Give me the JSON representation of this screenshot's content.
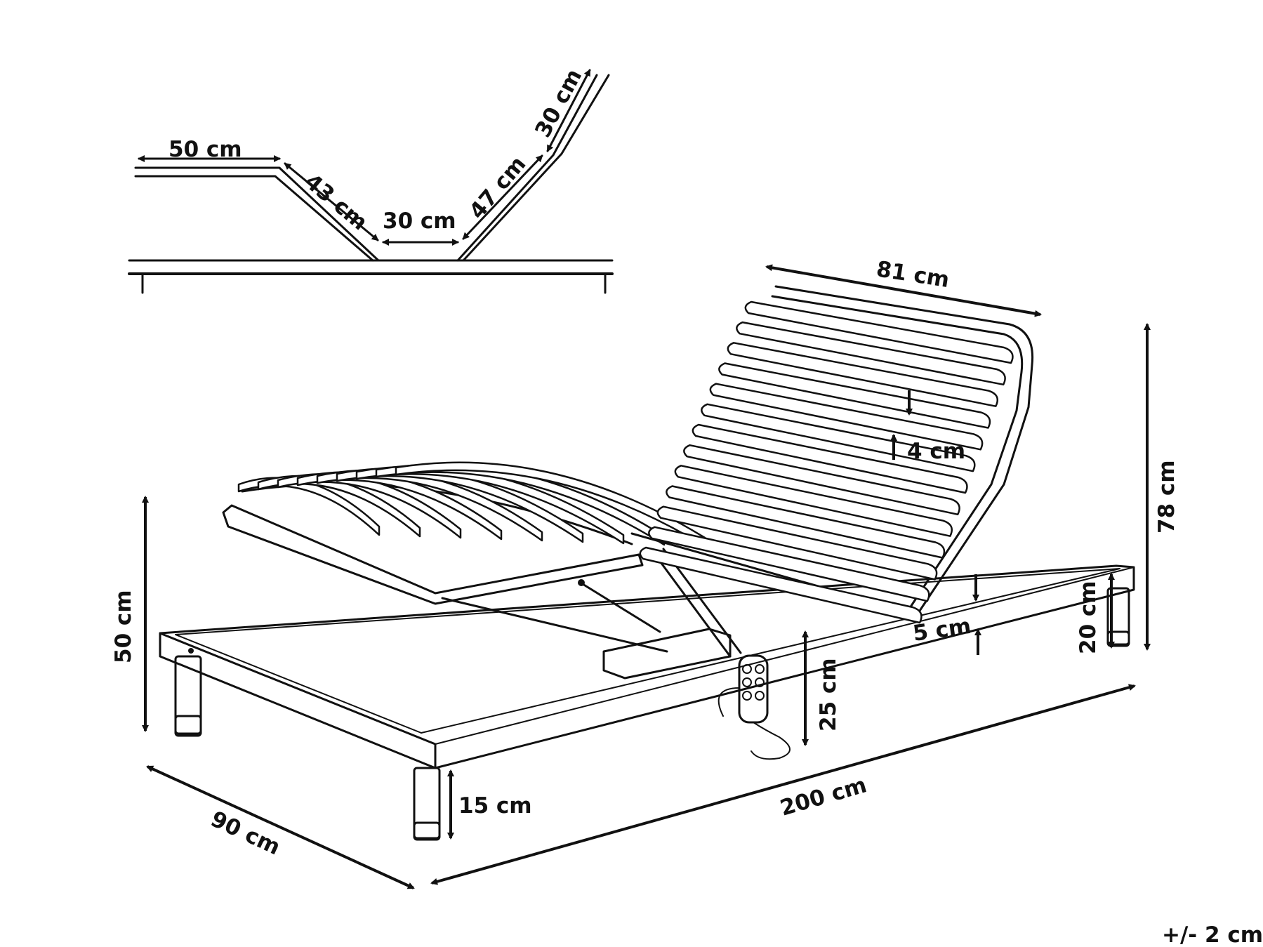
{
  "dimensions": {
    "profile_seat": "50 cm",
    "profile_thigh": "43 cm",
    "profile_middle": "30 cm",
    "profile_back": "47 cm",
    "profile_head": "30 cm",
    "backrest_width": "81 cm",
    "slat_gap": "4 cm",
    "frame_thickness": "5 cm",
    "raised_height": "78 cm",
    "frame_height": "20 cm",
    "foot_height": "50 cm",
    "platform_height": "25 cm",
    "leg_height": "15 cm",
    "width": "90 cm",
    "length": "200 cm",
    "tolerance": "+/- 2 cm"
  },
  "colors": {
    "line": "#111111",
    "background": "#ffffff"
  }
}
